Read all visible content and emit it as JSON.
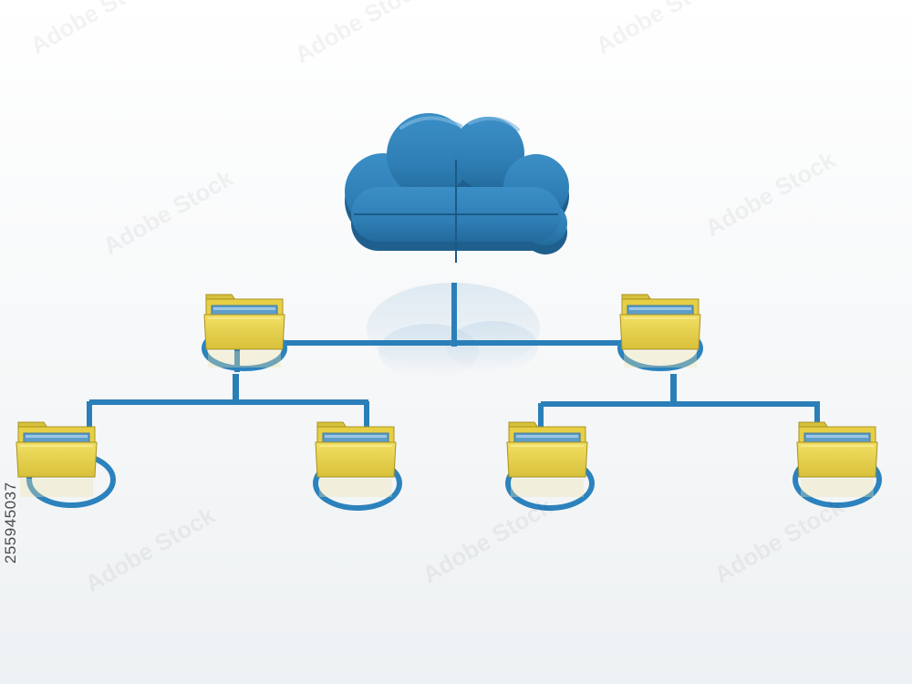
{
  "image": {
    "subject": "cloud connected to network of folders",
    "side_id_text": "255945037",
    "watermark_text": "Adobe Stock"
  },
  "colors": {
    "background": "#f3f5f6",
    "cloud": "#2f7fb6",
    "cloud_shadow": "#205d88",
    "connector": "#2b7fb9",
    "folder": "#e9d34a",
    "folder_dark": "#c9b22e",
    "folder_paper": "#6fa9cf"
  },
  "icons": {
    "cloud": "cloud-icon",
    "folder": "folder-icon",
    "ring": "node-ring"
  }
}
